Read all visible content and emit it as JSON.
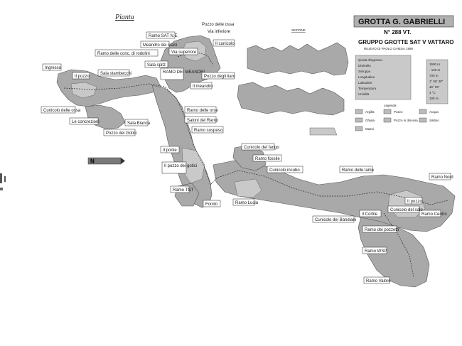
{
  "map": {
    "plan_label": "Pianta",
    "title": "GROTTA G. GABRIELLI",
    "number": "N° 288 VT.",
    "group": "GRUPPO GROTTE SAT V VATTARO",
    "survey": "RILIEVO DI PAOLO CHIESA 1990",
    "north": "N",
    "section_label": "SEZIONE",
    "legend_title": "Legenda",
    "data_labels": [
      "Quota d'ingresso",
      "Dislivello",
      "Sviluppo",
      "Longitudine",
      "Latitudine",
      "Temperatura",
      "Umidità"
    ],
    "data_values": [
      "1500 m",
      "- 120 m",
      "700 m",
      "1° 56' 30\"",
      "46° 00'",
      "4 °C",
      "100 %"
    ],
    "legend_items": [
      {
        "symbol": "box",
        "text": "Argilla"
      },
      {
        "symbol": "box",
        "text": "Ghiaia"
      },
      {
        "symbol": "box",
        "text": "Massi"
      },
      {
        "symbol": "box",
        "text": "Pozzo"
      },
      {
        "symbol": "box",
        "text": "Pozzo in discesa"
      },
      {
        "symbol": "box",
        "text": "Acqua"
      },
      {
        "symbol": "box",
        "text": "Saltino"
      }
    ],
    "place_labels": [
      "Pozzo delle ossa",
      "Via inferiore",
      "Ramo SAT N.E.",
      "Meandro dei crani",
      "Ramo delle conc. di rodolini",
      "Sala spitz",
      "Via superiore",
      "Il cunicolo",
      "Ingresso",
      "Il pozzo",
      "Sala stambecchi",
      "RAMO DEI MEANDRI",
      "Pozzo degli liani",
      "Il meandro",
      "Cunicolo delle ossa",
      "Ramo delle orse",
      "Saloni del Ramo",
      "Le concrezioni",
      "Sala Bianca",
      "Ramo sospeso",
      "Pozzo del Gotici",
      "Il ponte",
      "Il pozzo dei gotici",
      "Ramo TNT",
      "Cunicolo del fango",
      "Ramo fossile",
      "Ramo delle lame",
      "Cunicolo incubo",
      "Ramo Nord",
      "Fondo",
      "Ramo Lucia",
      "Cunicolo dei Bandiani",
      "Il pozzo",
      "Il Cortile",
      "Ramo Centro",
      "Cunicolo del salo",
      "Ramo dei pozzetti",
      "Ramo WSP",
      "Ramo Valore"
    ]
  }
}
